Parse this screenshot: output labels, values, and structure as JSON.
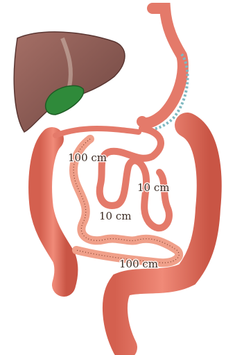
{
  "labels": {
    "segment_1": "100 cm",
    "segment_2": "10 cm",
    "segment_3": "10 cm",
    "segment_4": "100 cm"
  },
  "colors": {
    "liver": "#8a5a52",
    "gallbladder": "#2f8a3a",
    "bowel": "#e47a6a",
    "bowel_dark": "#c85a4c",
    "intestine_core": "#f0a08a",
    "staple": "#7fb8c0"
  }
}
